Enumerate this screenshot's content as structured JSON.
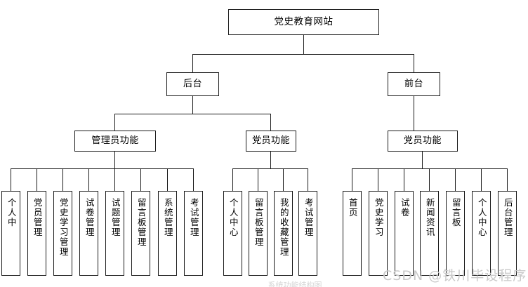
{
  "diagram": {
    "type": "tree",
    "title": "党史教育网站",
    "root": {
      "label": "党史教育网站"
    },
    "level2": [
      {
        "label": "后台"
      },
      {
        "label": "前台"
      }
    ],
    "level3": [
      {
        "label": "管理员功能"
      },
      {
        "label": "党员功能"
      },
      {
        "label": "党员功能"
      }
    ],
    "admin_leaves": [
      {
        "label": "个人中"
      },
      {
        "label": "党员管理"
      },
      {
        "label": "党史学习管理"
      },
      {
        "label": "试卷管理"
      },
      {
        "label": "试题管理"
      },
      {
        "label": "留言板管理"
      },
      {
        "label": "系统管理"
      },
      {
        "label": "考试管理"
      }
    ],
    "member_back_leaves": [
      {
        "label": "个人中心"
      },
      {
        "label": "留言板管理"
      },
      {
        "label": "我的收藏管理"
      },
      {
        "label": "考试管理"
      }
    ],
    "member_front_leaves": [
      {
        "label": "首页"
      },
      {
        "label": "党史学习"
      },
      {
        "label": "试卷"
      },
      {
        "label": "新闻资讯"
      },
      {
        "label": "留言板"
      },
      {
        "label": "个人中心"
      },
      {
        "label": "后台管理"
      }
    ]
  },
  "watermark": {
    "text": "CSDN @铁川毕设程序"
  },
  "caption": {
    "text": "系统功能结构图"
  },
  "colors": {
    "line": "#1a1a1a",
    "box_fill": "#ffffff",
    "text": "#000000",
    "watermark": "#c9c9c9",
    "background": "#ffffff"
  }
}
